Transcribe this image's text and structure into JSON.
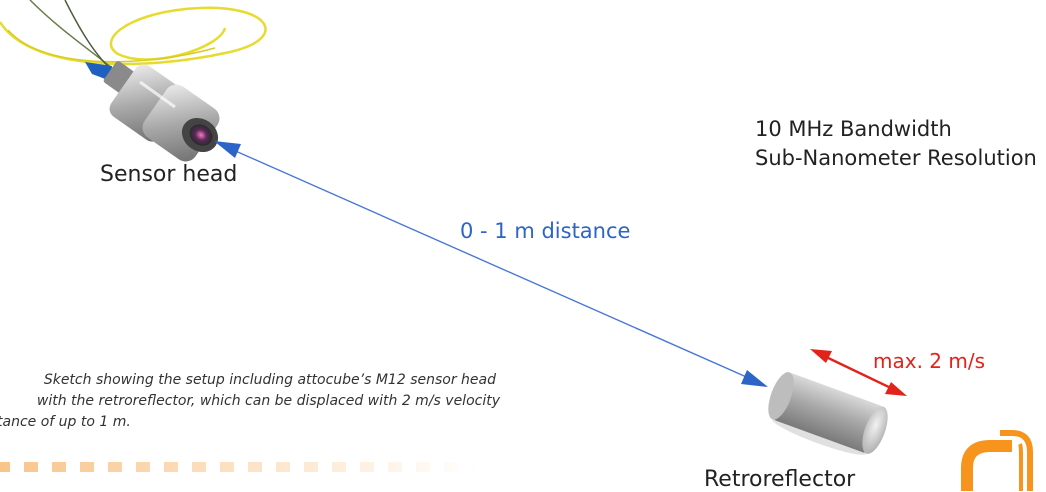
{
  "colors": {
    "beam": "#2c64c8",
    "velocity": "#e2231a",
    "logo": "#f7941d",
    "fiber": "#e9df3a"
  },
  "labels": {
    "sensor_head": "Sensor head",
    "distance": "0 - 1 m distance",
    "spec_bandwidth": "10 MHz Bandwidth",
    "spec_resolution": "Sub-Nanometer Resolution",
    "velocity": "max. 2 m/s",
    "retroreflector": "Retroreflector"
  },
  "caption": {
    "line1": "Sketch showing the setup including attocube’s M12 sensor head",
    "line2": "with the retroreflector, which can be displaced with 2 m/s velocity",
    "line3": "tance of up to 1 m."
  },
  "icons": {
    "sensor_head": "fiber-sensor-head-icon",
    "retroreflector": "cylinder-retroreflector-icon",
    "logo": "attocube-logo-icon"
  }
}
